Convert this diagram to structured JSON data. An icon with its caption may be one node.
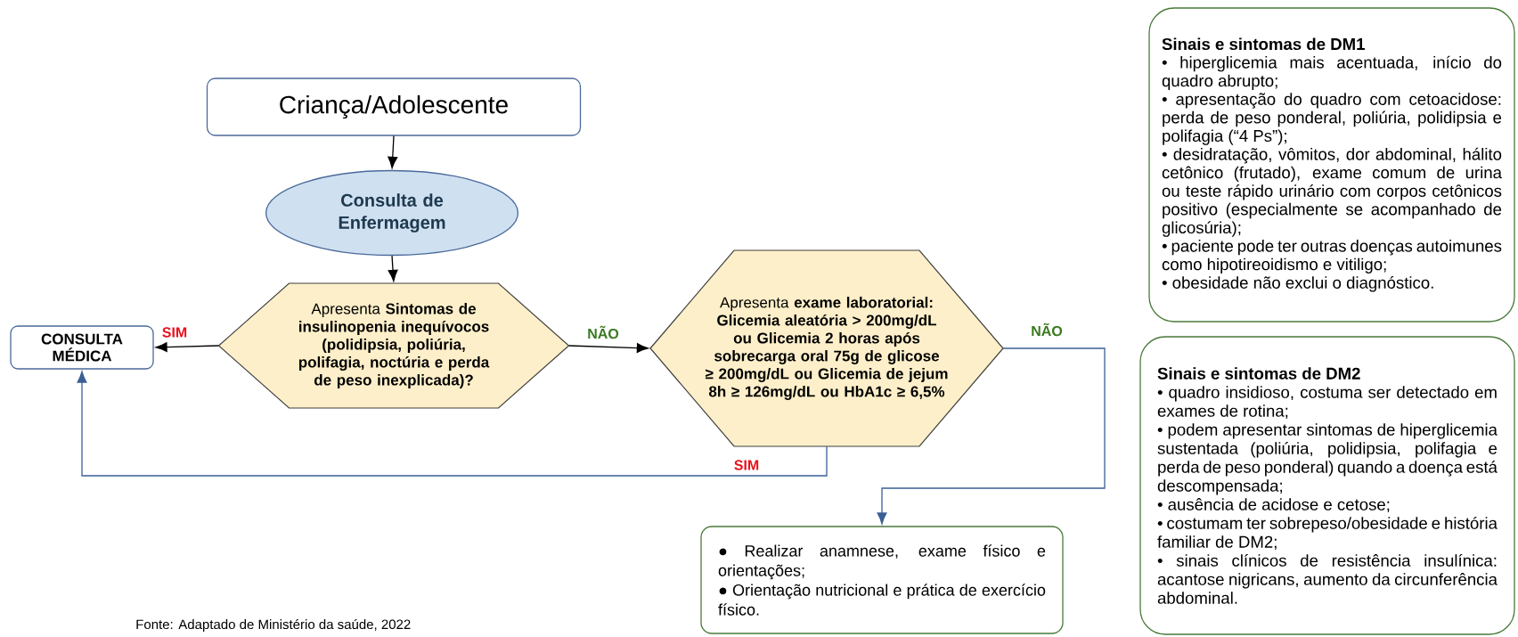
{
  "diagram": {
    "nodes": [
      {
        "text": [
          "Criança/Adolescente"
        ]
      },
      {
        "text": [
          "Consulta de Enfermagem"
        ]
      },
      {
        "text": [
          "Apresenta **Sintomas de insulinopenia inequívocos (polidipsia, poliúria, polifagia, noctúria e perda de peso inexplicada)?**"
        ]
      },
      {
        "text": [
          "CONSULTA MÉDICA"
        ]
      },
      {
        "text": [
          "Apresenta **exame laboratorial: Glicemia aleatória > 200mg/dL ou Glicemia 2 horas após sobrecarga oral 75g de glicose ≥ 200mg/dL ou Glicemia de jejum 8h ≥ 126mg/dL ou HbA1c ≥ 6,5%**"
        ]
      },
      {
        "text": [
          "● Realizar anamnese, exame físico e orientações;",
          "● Orientação nutricional e prática de exercício físico."
        ]
      },
      {
        "text": [
          "Sinais e sintomas de DM1",
          "• hiperglicemia mais acentuada, início do quadro abrupto;",
          "• apresentação do quadro com cetoacidose: perda de peso ponderal, poliúria, polidipsia e polifagia (“4 Ps”);",
          "• desidratação, vômitos, dor abdominal, hálito cetônico (frutado), exame comum de urina ou teste rápido urinário com corpos cetônicos positivo (especialmente se acompanhado de glicosúria);",
          "• paciente pode ter outras doenças autoimunes como hipotireoidismo e vitiligo;",
          "• obesidade não exclui o diagnóstico."
        ]
      },
      {
        "text": [
          "Sinais e sintomas de DM2",
          "• quadro insidioso, costuma ser detectado em exames de rotina;",
          "• podem apresentar sintomas de hiperglicemia sustentada (poliúria, polidipsia, polifagia e perda de peso ponderal) quando a doença está descompensada;",
          "• ausência de acidose e cetose;",
          "• costumam ter sobrepeso/obesidade e história familiar de DM2;",
          "• sinais clínicos de resistência insulínica: acantose nigricans, aumento da circunferência abdominal."
        ]
      }
    ],
    "edges": [
      {
        "from": 0,
        "to": 1,
        "arrow": "to"
      },
      {
        "from": 1,
        "to": 2,
        "arrow": "to"
      },
      {
        "from": 2,
        "to": 3,
        "arrow": "to",
        "label": "SIM"
      },
      {
        "from": 2,
        "to": 4,
        "arrow": "to",
        "label": "NÃO"
      },
      {
        "from": 4,
        "to": 3,
        "arrow": "to",
        "label": "SIM",
        "color": "#3a5f96"
      },
      {
        "from": 4,
        "to": 5,
        "arrow": "to",
        "label": "NÃO",
        "color": "#3a5f96"
      }
    ],
    "labels": [
      "Fonte: Adaptado de Ministério da saúde, 2022"
    ]
  }
}
